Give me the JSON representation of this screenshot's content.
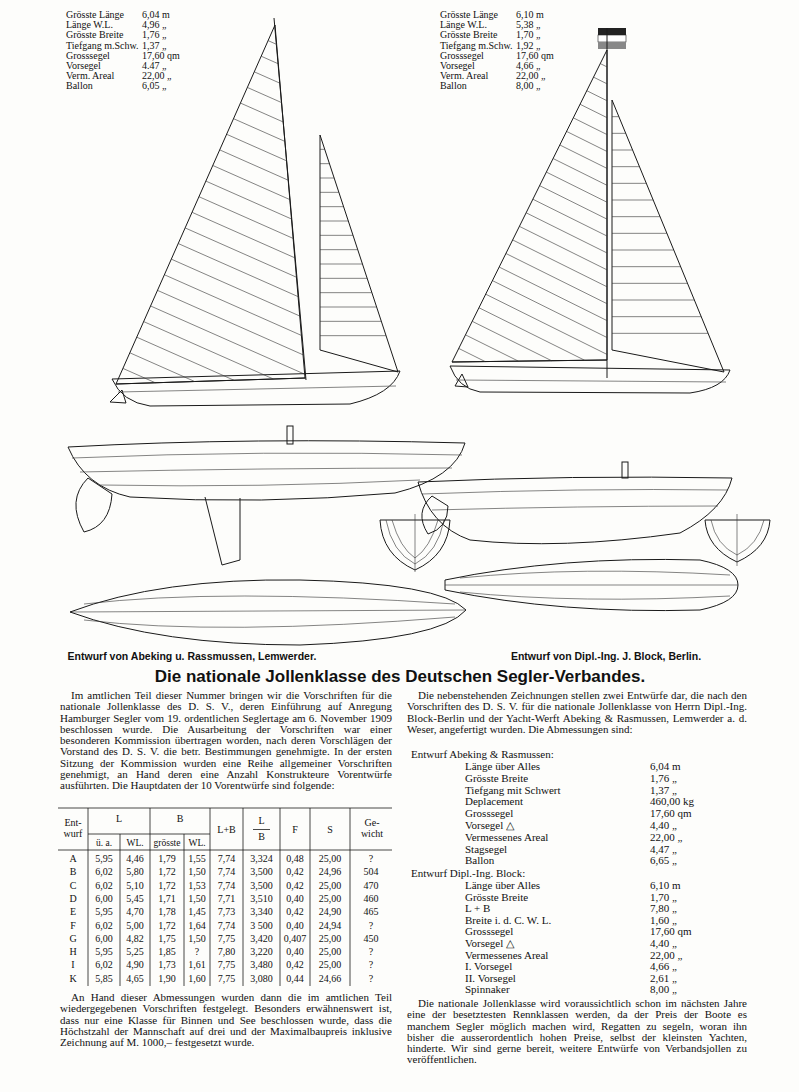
{
  "diagram": {
    "title": "Die nationale Jollenklasse des Deutschen Segler-Verbandes.",
    "labels": [
      "Grösste Länge",
      "6,04 m",
      "Länge W.L.",
      "4,96 „",
      "Grösste Breite",
      "1,76 „",
      "Tiefgang m.Schw.",
      "1,37 „",
      "Grosssegel",
      "17,60 qm",
      "Vorsegel",
      "4.47 „",
      "Verm. Areal",
      "22,00 „",
      "Ballon",
      "6,05 „",
      "Grösste Länge",
      "6,10 m",
      "Länge W.L.",
      "5,38 „",
      "Grösste Breite",
      "1,70 „",
      "Tiefgang m.Schw.",
      "1,92 „",
      "Grosssegel",
      "17,60 qm",
      "Vorsegel",
      "4,66 „",
      "Verm. Areal",
      "22,00 „",
      "Ballon",
      "8,00 „",
      "Entwurf von Abeking u. Rassmussen, Lemwerder.",
      "Entwurf von Dipl.-Ing. J. Block, Berlin.",
      "Im amtlichen Teil dieser Nummer bringen wir die Vorschriften für die nationale Jollenklasse des D. S. V., deren Einführung auf Anregung Hamburger Segler vom 19. ordentlichen Seglertage am 6. November 1909 beschlossen wurde. Die Ausarbeitung der Vorschriften war einer besonderen Kommission übertragen worden, nach deren Vorschlägen der Vorstand des D. S. V. die betr. Bestimmungen genehmigte. In der ersten Sitzung der Kommission wurden eine Reihe allgemeiner Vorschriften genehmigt, an Hand deren eine Anzahl Konstrukteure Vorentwürfe ausführten. Die Hauptdaten der 10 Vorentwürfe sind folgende:",
      "Ent- wurf",
      "L",
      "B",
      "L+B",
      "L",
      "B",
      "F",
      "S",
      "Ge- wicht",
      "ü. a.",
      "WL.",
      "grösste",
      "WL.",
      "A",
      "5,95",
      "4,46",
      "1,79",
      "1,55",
      "7,74",
      "3,324",
      "0,48",
      "25,00",
      "?",
      "B",
      "6,02",
      "5,80",
      "1,72",
      "1,50",
      "7,74",
      "3,500",
      "0,42",
      "24,96",
      "504",
      "C",
      "6,02",
      "5,10",
      "1,72",
      "1,53",
      "7,74",
      "3,500",
      "0,42",
      "25,00",
      "470",
      "D",
      "6,00",
      "5,45",
      "1,71",
      "1,50",
      "7,71",
      "3,510",
      "0,40",
      "25,00",
      "460",
      "E",
      "5,95",
      "4,70",
      "1,78",
      "1,45",
      "7,73",
      "3,340",
      "0,42",
      "24,90",
      "465",
      "F",
      "6,02",
      "5,00",
      "1,72",
      "1,64",
      "7,74",
      "3 500",
      "0,40",
      "24,94",
      "?",
      "G",
      "6,00",
      "4,82",
      "1,75",
      "1,50",
      "7,75",
      "3,420",
      "0,407",
      "25,00",
      "450",
      "H",
      "5,95",
      "5,25",
      "1,85",
      "?",
      "7,80",
      "3,220",
      "0,40",
      "25,00",
      "?",
      "I",
      "6,02",
      "4,90",
      "1,73",
      "1,61",
      "7,75",
      "3,480",
      "0,42",
      "25,00",
      "?",
      "K",
      "5,85",
      "4,65",
      "1,90",
      "1,60",
      "7,75",
      "3,080",
      "0,44",
      "24,66",
      "?",
      "An Hand dieser Abmessungen wurden dann die im amtlichen Teil wiedergegebenen Vorschriften festgelegt. Besonders erwähnenswert ist, dass nur eine Klasse für Binnen und See beschlossen wurde, dass die Höchstzahl der Mannschaft auf drei und der Maximalbaupreis inklusive Zeichnung auf M. 1000,– festgesetzt wurde.",
      "Die nebenstehenden Zeichnungen stellen zwei Entwürfe dar, die nach den Vorschriften des D. S. V. für die nationale Jollenklasse von Herrn Dipl.-Ing. Block-Berlin und der Yacht-Werft Abeking & Rasmussen, Lemwerder a. d. Weser, angefertigt wurden. Die Abmessungen sind:",
      "Entwurf Abeking & Rasmussen:",
      "Länge über Alles",
      "6,04 m",
      "Grösste Breite",
      "1,76 „",
      "Tiefgang mit Schwert",
      "1,37 „",
      "Deplacement",
      "460,00 kg",
      "Grosssegel",
      "17,60 qm",
      "Vorsegel △",
      "4,40 „",
      "Vermessenes Areal",
      "22,00 „",
      "Stagsegel",
      "4,47 „",
      "Ballon",
      "6,65 „",
      "Entwurf Dipl.-Ing. Block:",
      "Länge über Alles",
      "6,10 m",
      "Grösste Breite",
      "1,70 „",
      "L + B",
      "7,80 „",
      "Breite i. d. C. W. L.",
      "1,60 „",
      "Grosssegel",
      "17,60 qm",
      "Vorsegel △",
      "4,40 „",
      "Vermessenes Areal",
      "22,00 „",
      "I. Vorsegel",
      "4,66 „",
      "II. Vorsegel",
      "2,61 „",
      "Spinnaker",
      "8,00 „",
      "Die nationale Jollenklasse wird voraussichtlich schon im nächsten Jahre eine der besetztesten Rennklassen werden, da der Preis der Boote es manchem Segler möglich machen wird, Regatten zu segeln, woran ihn bisher die ausserordentlich hohen Preise, selbst der kleinsten Yachten, hinderte. Wir sind gerne bereit, weitere Entwürfe von Verbandsjollen zu veröffentlichen."
    ]
  }
}
